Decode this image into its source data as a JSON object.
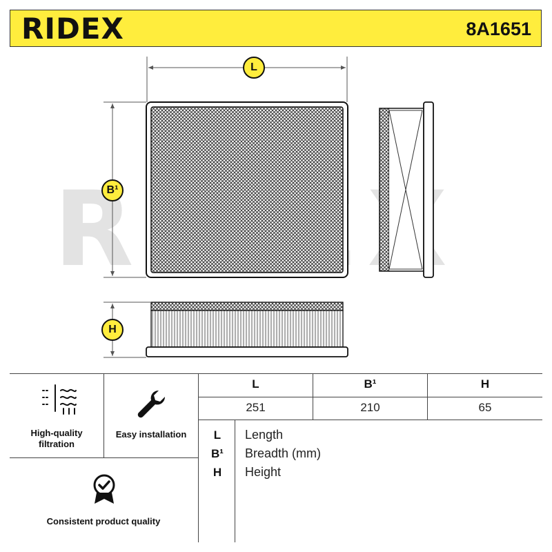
{
  "header": {
    "brand": "RIDEX",
    "part_number": "8A1651"
  },
  "diagram": {
    "watermark": "RIDEX",
    "dim_labels": {
      "length": "L",
      "breadth": "B¹",
      "height": "H"
    }
  },
  "features": [
    {
      "label_line1": "High-quality",
      "label_line2": "filtration",
      "icon": "filtration-icon"
    },
    {
      "label_line1": "Easy installation",
      "icon": "wrench-icon"
    },
    {
      "label_line1": "Consistent product quality",
      "icon": "quality-badge-icon"
    }
  ],
  "dimensions_table": {
    "headers": [
      "L",
      "B¹",
      "H"
    ],
    "values": [
      "251",
      "210",
      "65"
    ]
  },
  "legend": [
    {
      "key": "L",
      "text": "Length"
    },
    {
      "key": "B¹",
      "text": "Breadth (mm)"
    },
    {
      "key": "H",
      "text": "Height"
    }
  ],
  "colors": {
    "brand_yellow": "#ffed3d",
    "ink": "#111111",
    "watermark": "#e3e3e3"
  }
}
